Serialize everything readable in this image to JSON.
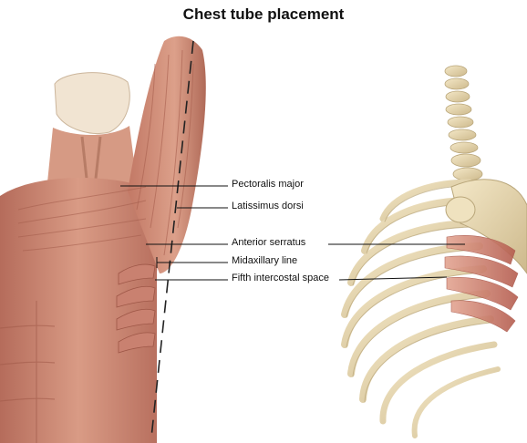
{
  "figure": {
    "title": "Chest tube placement",
    "labels": {
      "pectoralis_major": "Pectoralis major",
      "latissimus_dorsi": "Latissimus dorsi",
      "anterior_serratus": "Anterior serratus",
      "midaxillary_line": "Midaxillary line",
      "fifth_intercostal_space": "Fifth intercostal space"
    }
  },
  "colors": {
    "muscle_dark": "#b8705f",
    "muscle_mid": "#cf8b76",
    "muscle_light": "#e3ad98",
    "bone": "#ecdcb4",
    "bone_shadow": "#c7b488",
    "skin": "#e9d2bd"
  }
}
